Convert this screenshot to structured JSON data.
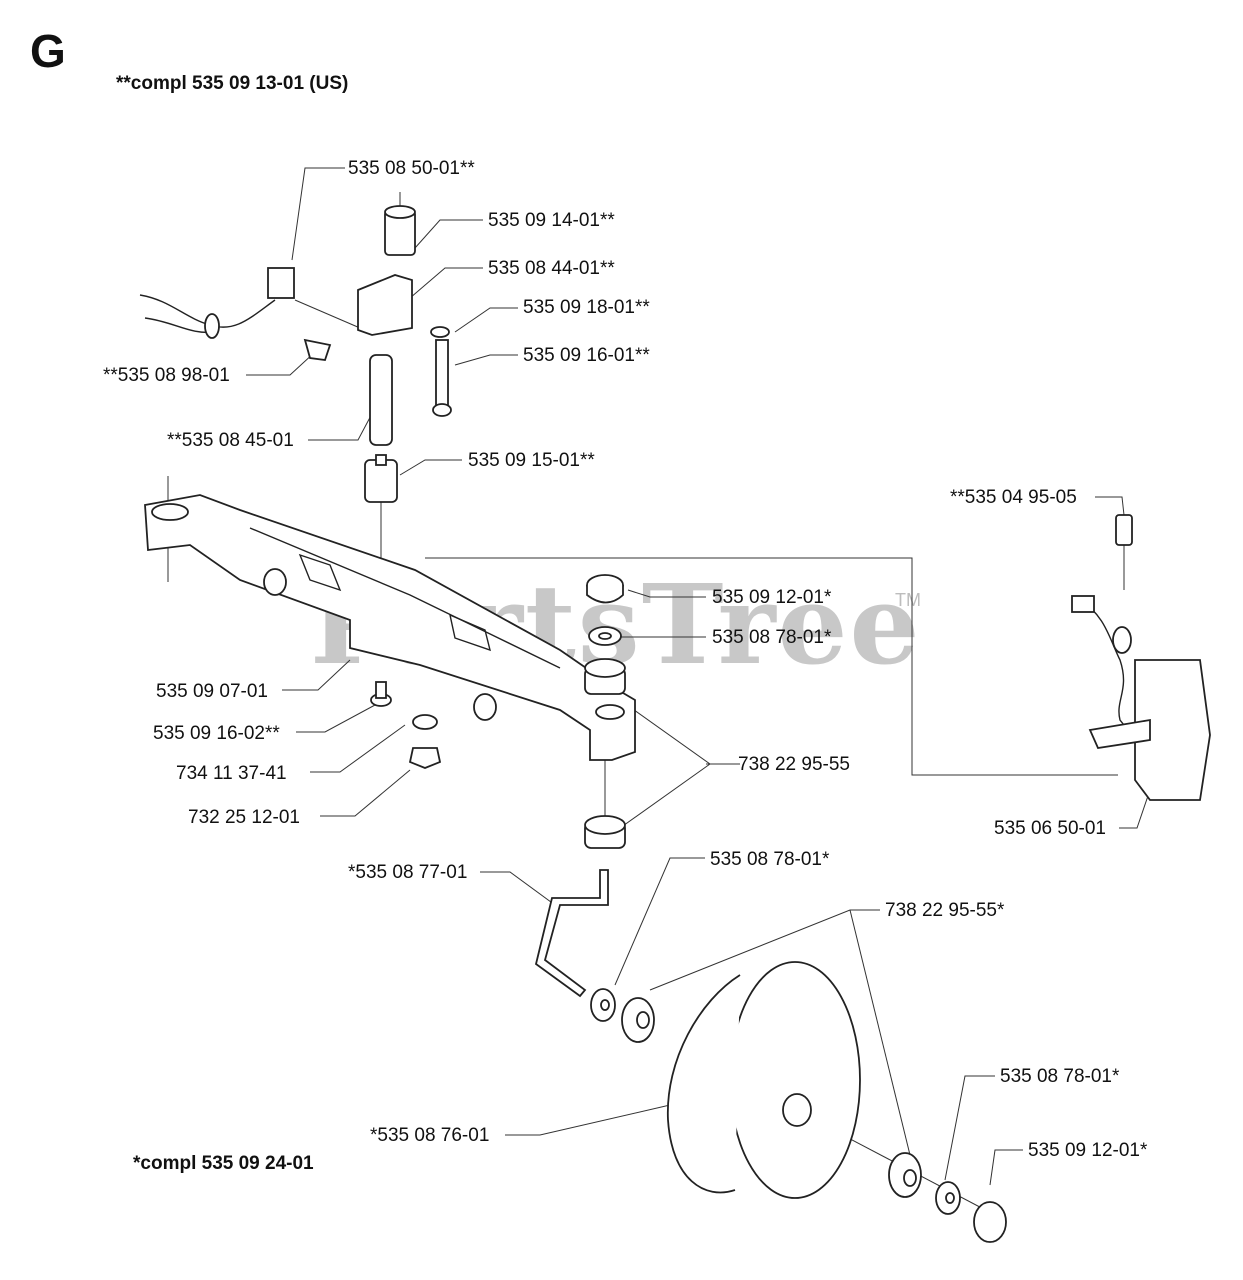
{
  "page": {
    "section_letter": "G",
    "compl_top": "**compl 535 09 13-01 (US)",
    "compl_bottom": "*compl 535 09 24-01",
    "watermark": "PartsTree",
    "watermark_tm": "TM"
  },
  "labels": [
    "535 08 50-01**",
    "535 09 14-01**",
    "535 08 44-01**",
    "535 09 18-01**",
    "535 09 16-01**",
    "**535 08 98-01",
    "**535 08 45-01",
    "535 09 15-01**",
    "**535 04 95-05",
    "535 09 12-01*",
    "535 08 78-01*",
    "535 09 07-01",
    "535 09 16-02**",
    "738 22 95-55",
    "734 11 37-41",
    "732 25 12-01",
    "535 06 50-01",
    "*535 08 77-01",
    "535 08 78-01*",
    "738 22 95-55*",
    "535 08 78-01*",
    "*535 08 76-01",
    "535 09 12-01*"
  ]
}
